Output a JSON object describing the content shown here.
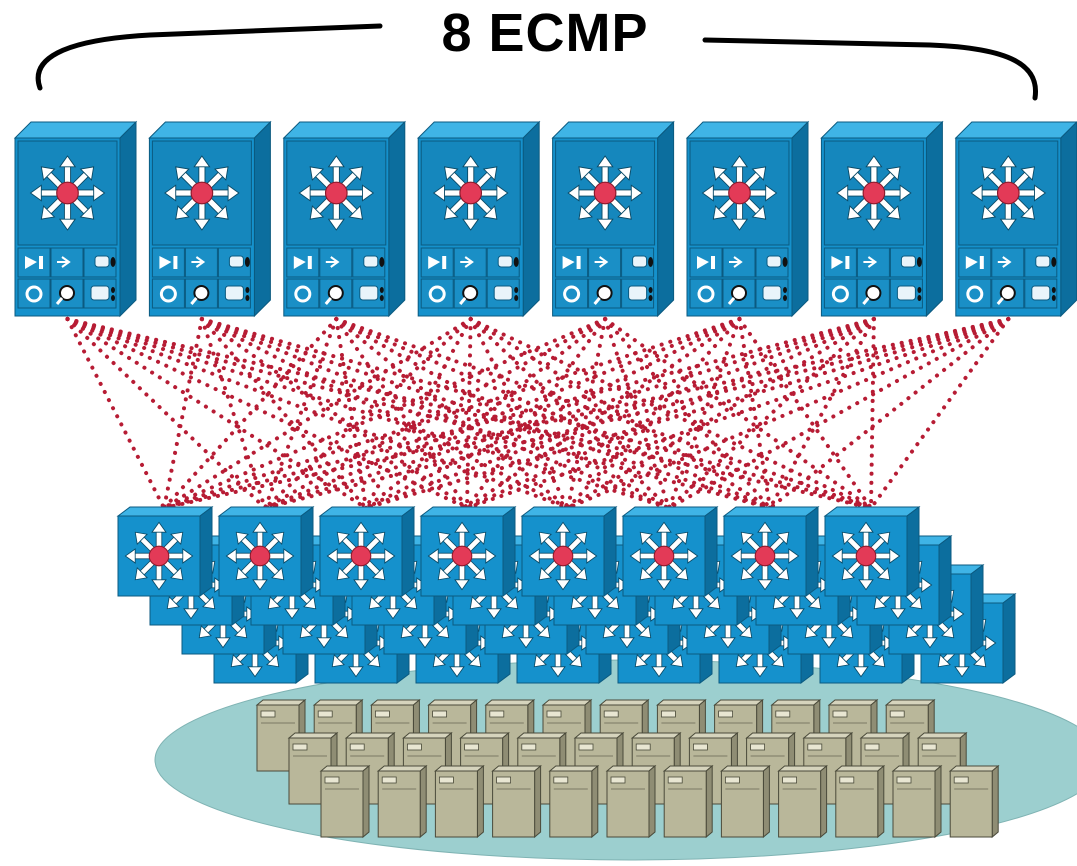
{
  "title": "8 ECMP",
  "colors": {
    "switch_front": "#1591cc",
    "switch_top": "#3fb4e6",
    "switch_side": "#0c6e9e",
    "router_center": "#e33a57",
    "links": "#b71c34",
    "server_zone": "#9ccfcf",
    "server": "#b9b79a"
  },
  "spine": {
    "count": 8,
    "icon": "multilayer-switch-chassis-icon"
  },
  "leaf": {
    "columns": 8,
    "rows": 4,
    "icon": "layer3-switch-icon"
  },
  "servers": {
    "rows": [
      12,
      12,
      12
    ],
    "icon": "server-tower-icon"
  }
}
